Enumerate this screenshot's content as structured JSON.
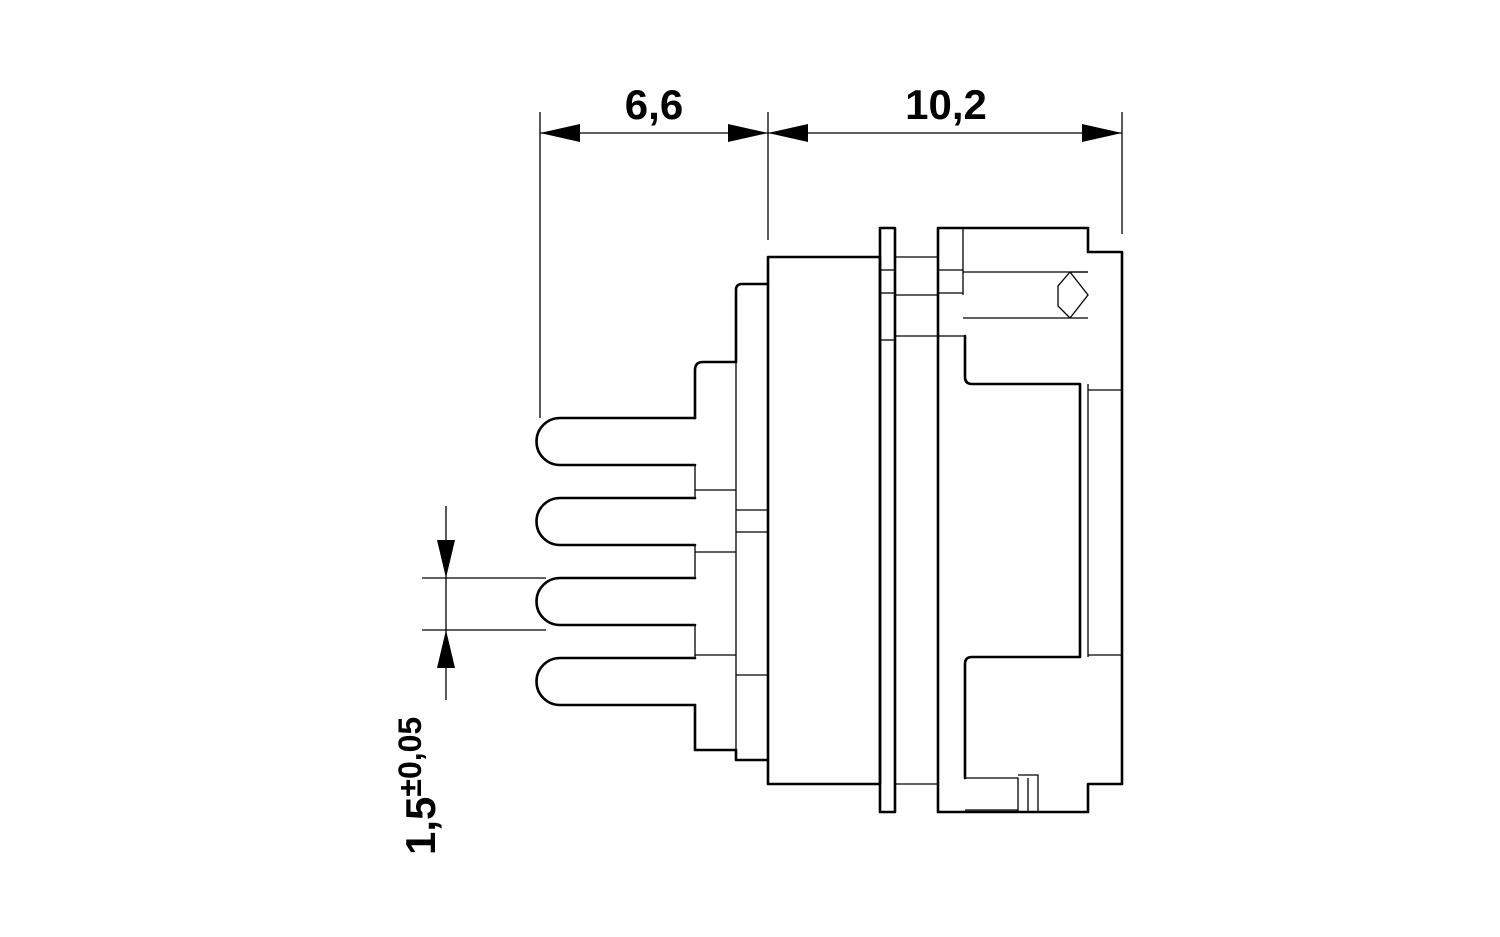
{
  "dimensions": {
    "pin_length": "6,6",
    "body_length": "10,2",
    "pitch_base": "1,5",
    "pitch_tolerance": "±0,05"
  },
  "colors": {
    "line": "#000000",
    "background": "#ffffff"
  }
}
